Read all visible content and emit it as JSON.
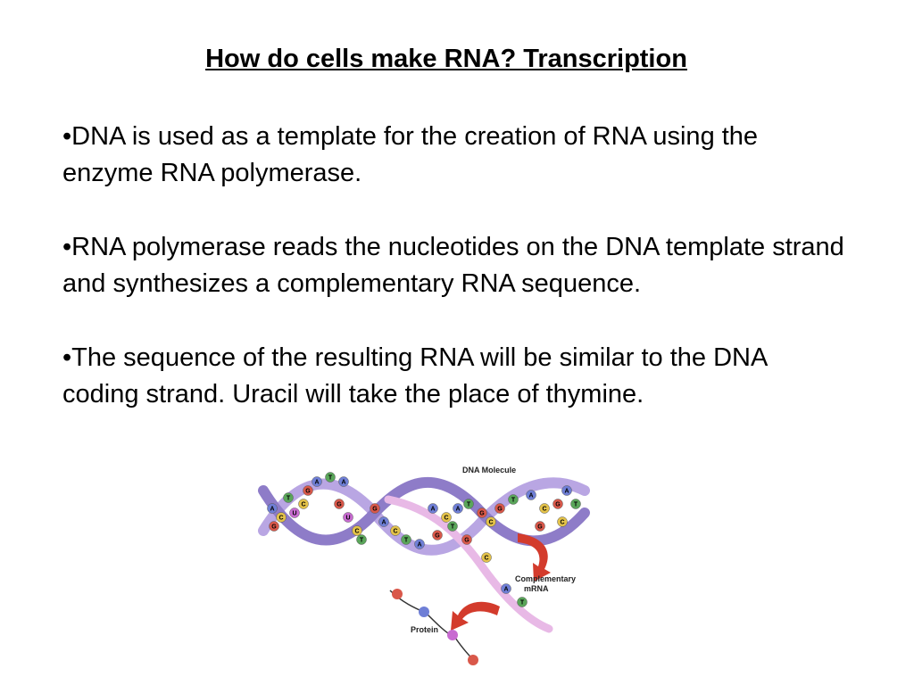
{
  "slide": {
    "title": "How do cells make RNA? Transcription",
    "bullets": [
      "•DNA is used as a template for the creation of RNA using the enzyme RNA polymerase.",
      "•RNA polymerase reads the nucleotides on the DNA template strand and synthesizes a complementary RNA sequence.",
      "•The sequence of the resulting RNA will be similar to the DNA coding strand. Uracil will take the place of thymine."
    ]
  },
  "figure": {
    "labels": {
      "dna": "DNA Molecule",
      "mrna_line1": "Complementary",
      "mrna_line2": "mRNA",
      "protein": "Protein"
    },
    "bases": [
      "A",
      "C",
      "G",
      "T",
      "U",
      "C",
      "G",
      "A",
      "T",
      "A",
      "G",
      "U",
      "C",
      "T",
      "G",
      "A",
      "C",
      "T",
      "A",
      "G",
      "C",
      "A",
      "T",
      "G",
      "C",
      "G",
      "T",
      "A",
      "C",
      "G",
      "A",
      "T",
      "C",
      "G",
      "A",
      "T",
      "G",
      "C",
      "A",
      "T"
    ],
    "colors": {
      "A": "#6f7fd6",
      "C": "#e3c24a",
      "G": "#d9584a",
      "T": "#5aa65a",
      "U": "#c86bd1"
    }
  }
}
